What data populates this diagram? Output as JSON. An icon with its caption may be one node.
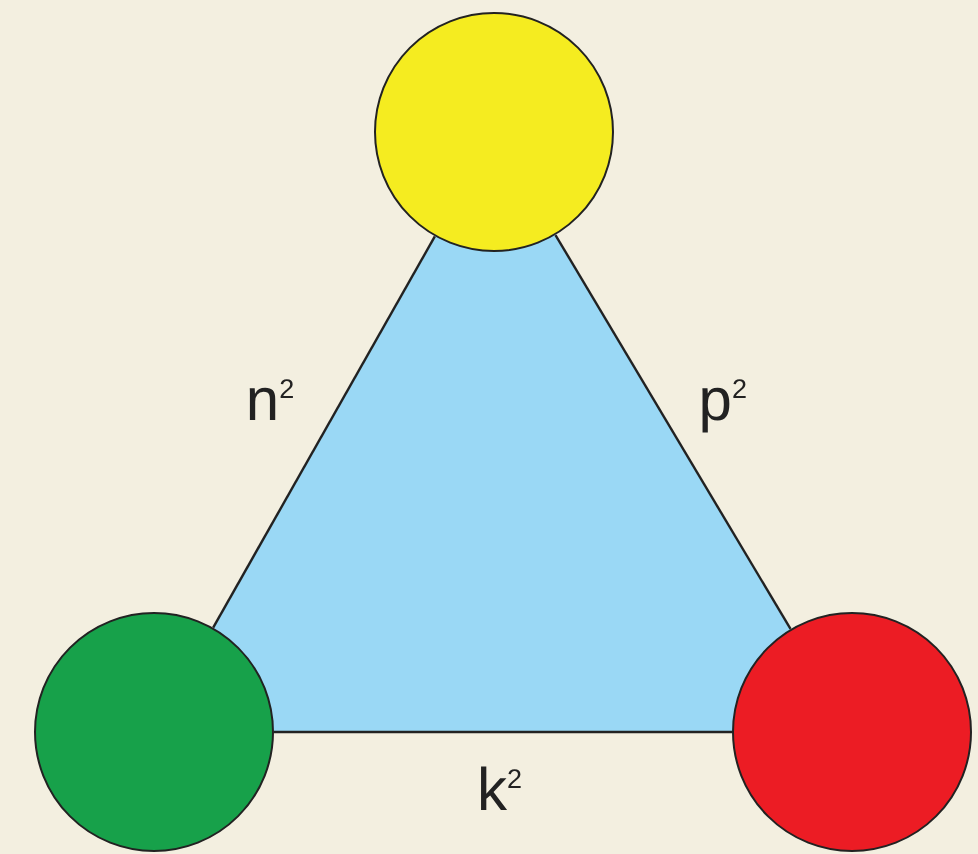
{
  "diagram": {
    "nodes": [
      {
        "text": [],
        "shape": "circle"
      },
      {
        "text": [],
        "shape": "circle"
      },
      {
        "text": [],
        "shape": "circle"
      }
    ],
    "edges": [
      {
        "from": 0,
        "to": 1,
        "arrow": "none",
        "label": "n$^{2}$"
      },
      {
        "from": 0,
        "to": 2,
        "arrow": "none",
        "label": "p$^{2}$"
      },
      {
        "from": 1,
        "to": 2,
        "arrow": "none",
        "label": "k$^{2}$"
      }
    ]
  }
}
